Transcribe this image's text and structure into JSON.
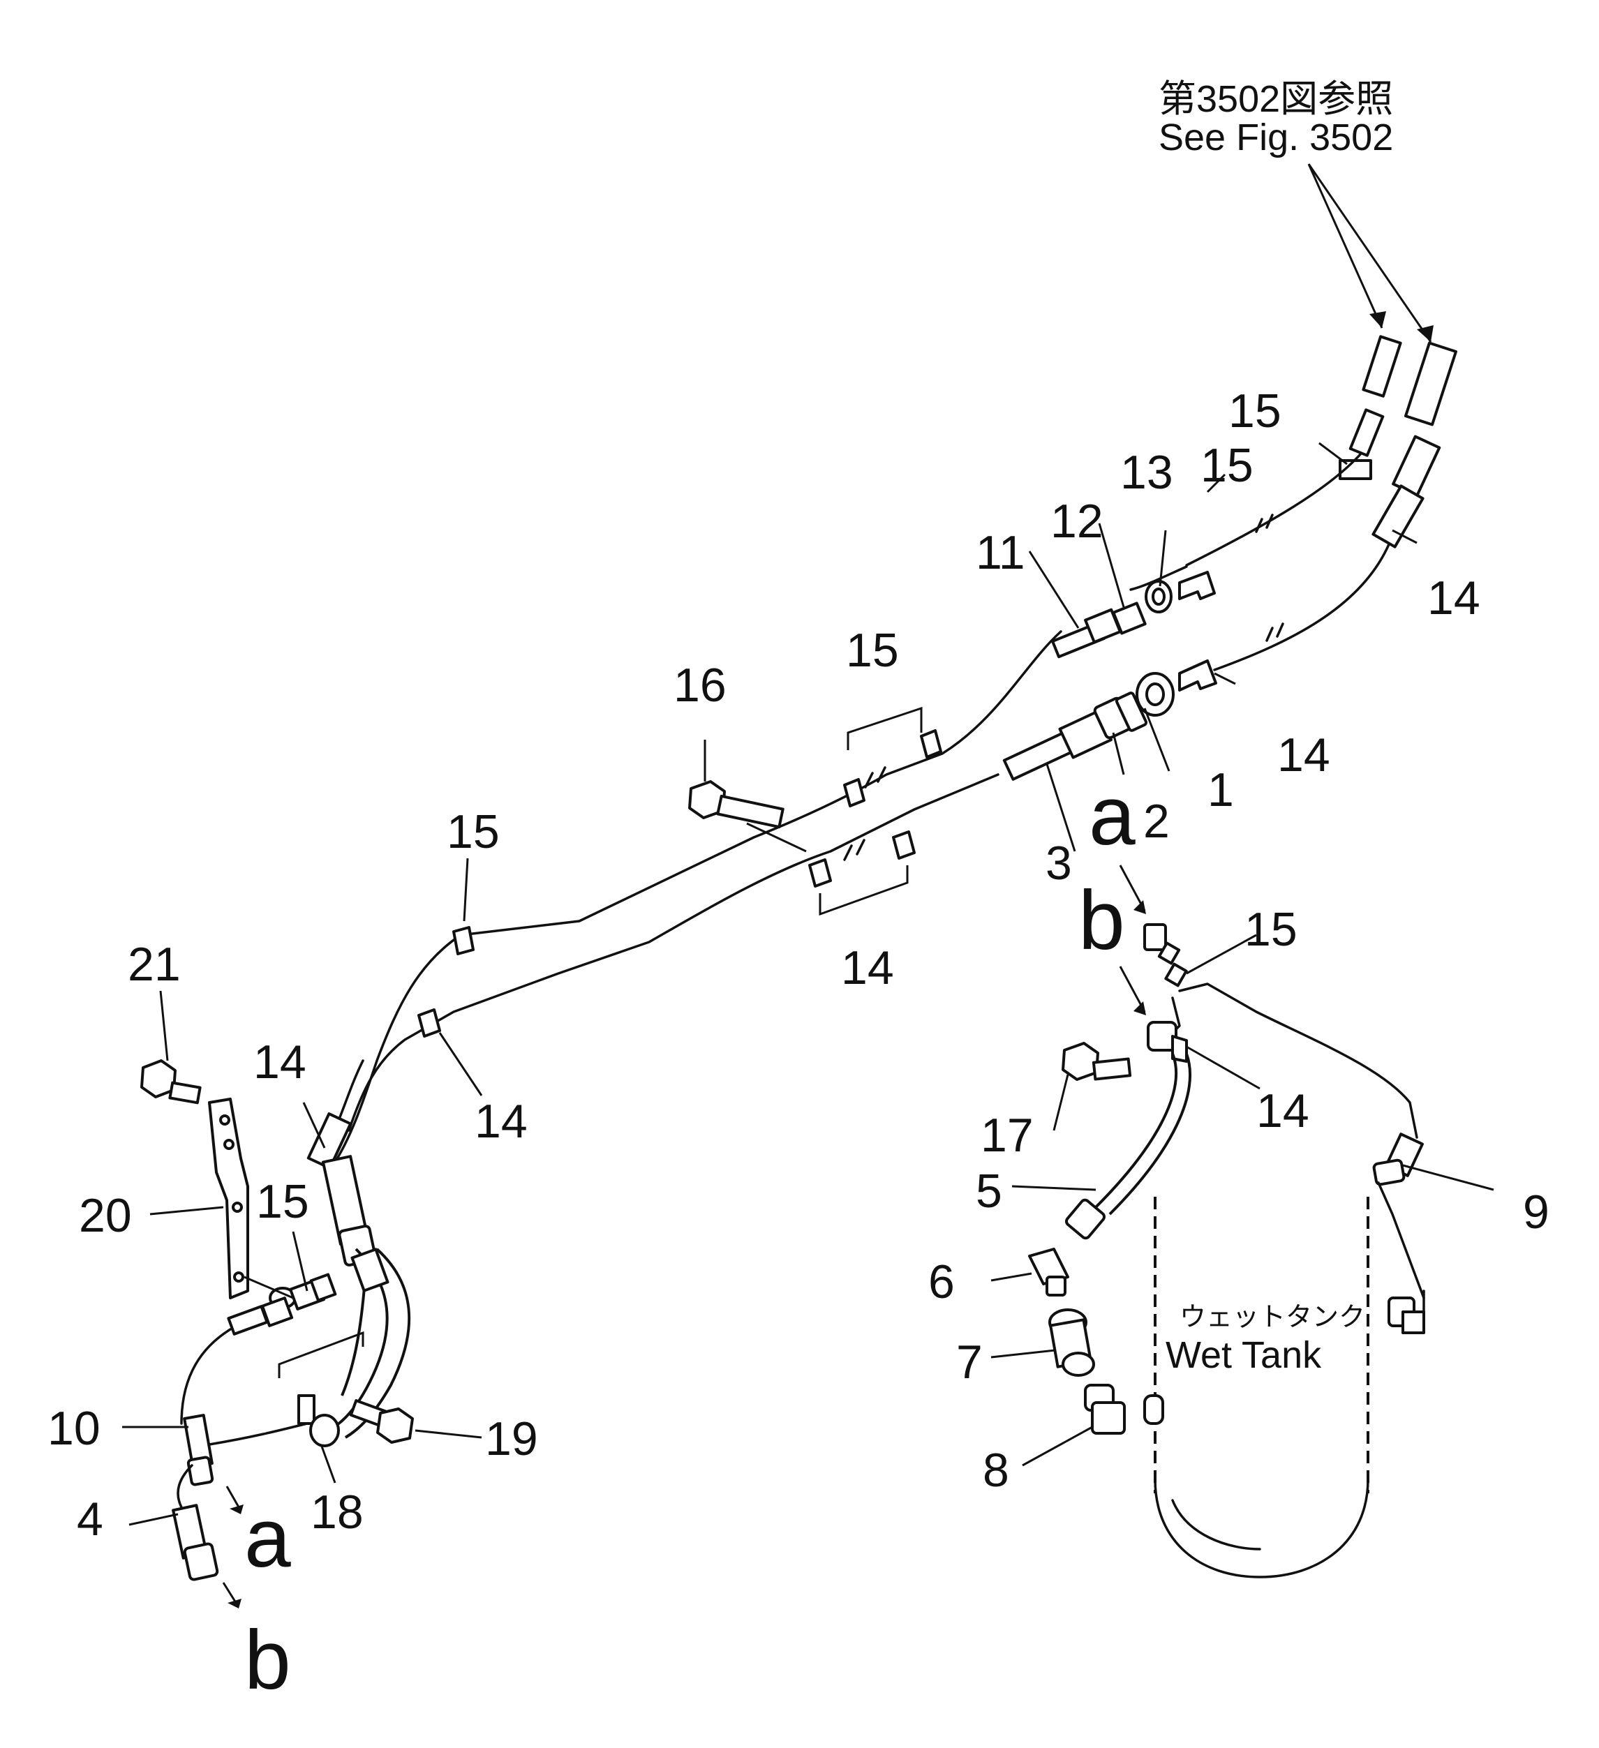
{
  "reference": {
    "jp": "第3502図参照",
    "en": "See  Fig.  3502"
  },
  "tank": {
    "jp": "ウェットタンク",
    "en": "Wet  Tank"
  },
  "connection_letters": {
    "a": "a",
    "b": "b"
  },
  "callouts": [
    {
      "id": "c1",
      "label": "1"
    },
    {
      "id": "c2",
      "label": "2"
    },
    {
      "id": "c3",
      "label": "3"
    },
    {
      "id": "c4",
      "label": "4"
    },
    {
      "id": "c5",
      "label": "5"
    },
    {
      "id": "c6",
      "label": "6"
    },
    {
      "id": "c7",
      "label": "7"
    },
    {
      "id": "c8",
      "label": "8"
    },
    {
      "id": "c9",
      "label": "9"
    },
    {
      "id": "c10",
      "label": "10"
    },
    {
      "id": "c11",
      "label": "11"
    },
    {
      "id": "c12",
      "label": "12"
    },
    {
      "id": "c13",
      "label": "13"
    },
    {
      "id": "c14",
      "label": "14"
    },
    {
      "id": "c15",
      "label": "15"
    },
    {
      "id": "c16",
      "label": "16"
    },
    {
      "id": "c17",
      "label": "17"
    },
    {
      "id": "c18",
      "label": "18"
    },
    {
      "id": "c19",
      "label": "19"
    },
    {
      "id": "c20",
      "label": "20"
    },
    {
      "id": "c21",
      "label": "21"
    }
  ]
}
